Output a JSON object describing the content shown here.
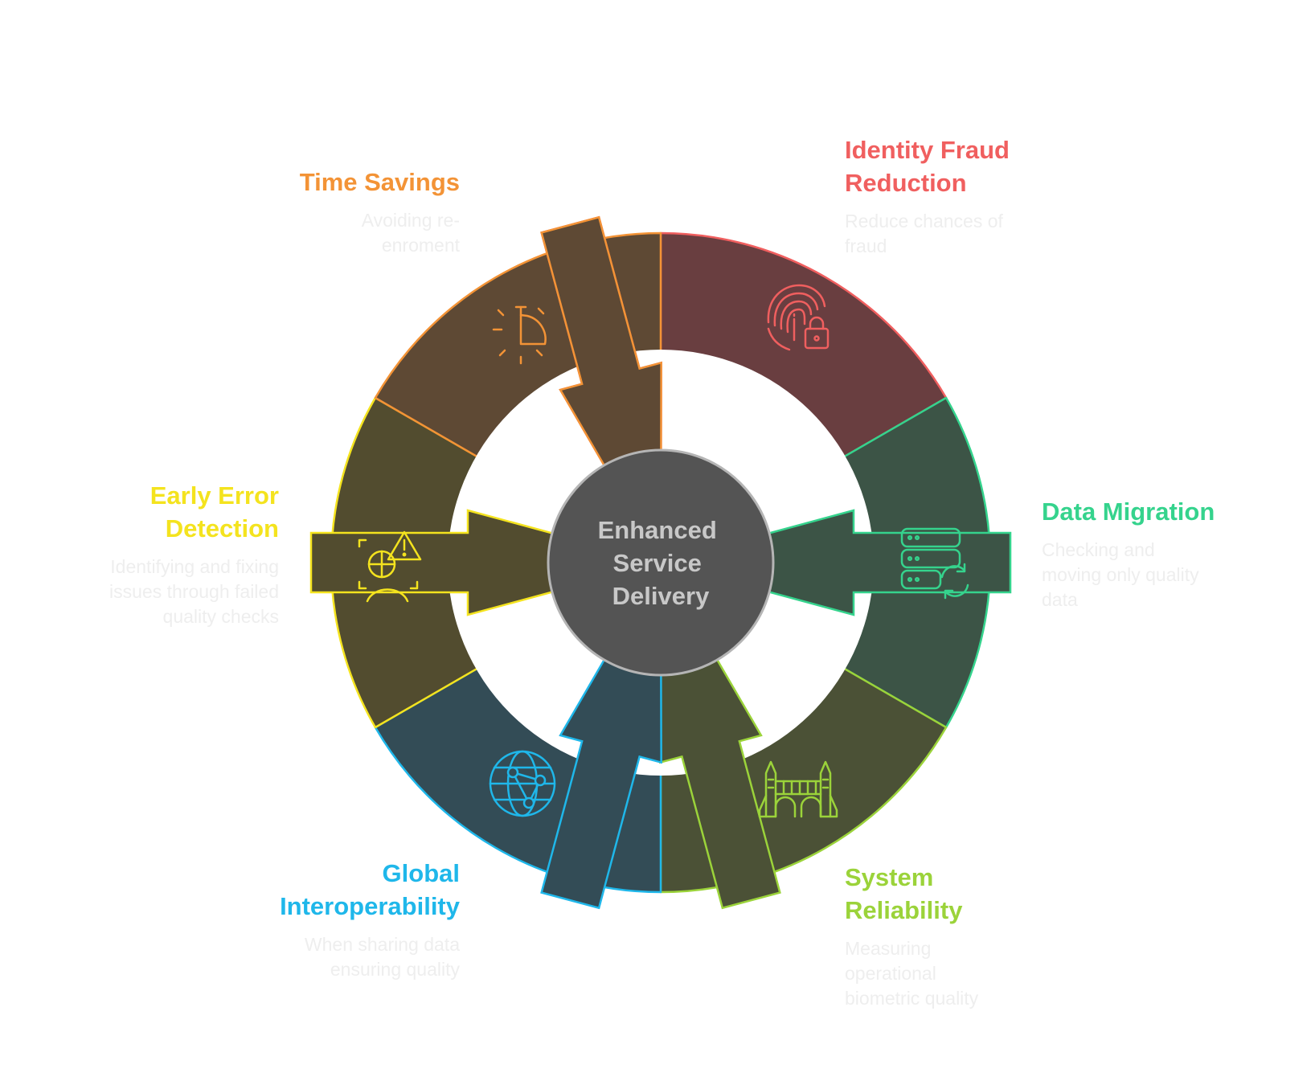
{
  "center": {
    "lines": [
      "Enhanced",
      "Service",
      "Delivery"
    ]
  },
  "segments": [
    {
      "id": "identity-fraud-reduction",
      "title_lines": [
        "Identity Fraud",
        "Reduction"
      ],
      "description_lines": [
        "Reduce chances of",
        "fraud"
      ],
      "color": "#f05f5f",
      "fill": "#693e40",
      "icon": "fingerprint-lock-icon"
    },
    {
      "id": "data-migration",
      "title_lines": [
        "Data Migration"
      ],
      "description_lines": [
        "Checking and",
        "moving only quality",
        "data"
      ],
      "color": "#35d38d",
      "fill": "#3c5446",
      "icon": "server-sync-icon"
    },
    {
      "id": "system-reliability",
      "title_lines": [
        "System",
        "Reliability"
      ],
      "description_lines": [
        "Measuring",
        "operational",
        "biometric quality"
      ],
      "color": "#9bd33a",
      "fill": "#4b5136",
      "icon": "bridge-icon"
    },
    {
      "id": "global-interoperability",
      "title_lines": [
        "Global",
        "Interoperability"
      ],
      "description_lines": [
        "When sharing data",
        "ensuring quality"
      ],
      "color": "#1fb7ea",
      "fill": "#334c56",
      "icon": "globe-network-icon"
    },
    {
      "id": "early-error-detection",
      "title_lines": [
        "Early Error",
        "Detection"
      ],
      "description_lines": [
        "Identifying and fixing",
        "issues through failed",
        "quality checks"
      ],
      "color": "#f4e31e",
      "fill": "#524c2f",
      "icon": "scan-warning-icon"
    },
    {
      "id": "time-savings",
      "title_lines": [
        "Time Savings"
      ],
      "description_lines": [
        "Avoiding re-",
        "enroment"
      ],
      "color": "#f39336",
      "fill": "#5e4934",
      "icon": "timer-icon"
    }
  ]
}
